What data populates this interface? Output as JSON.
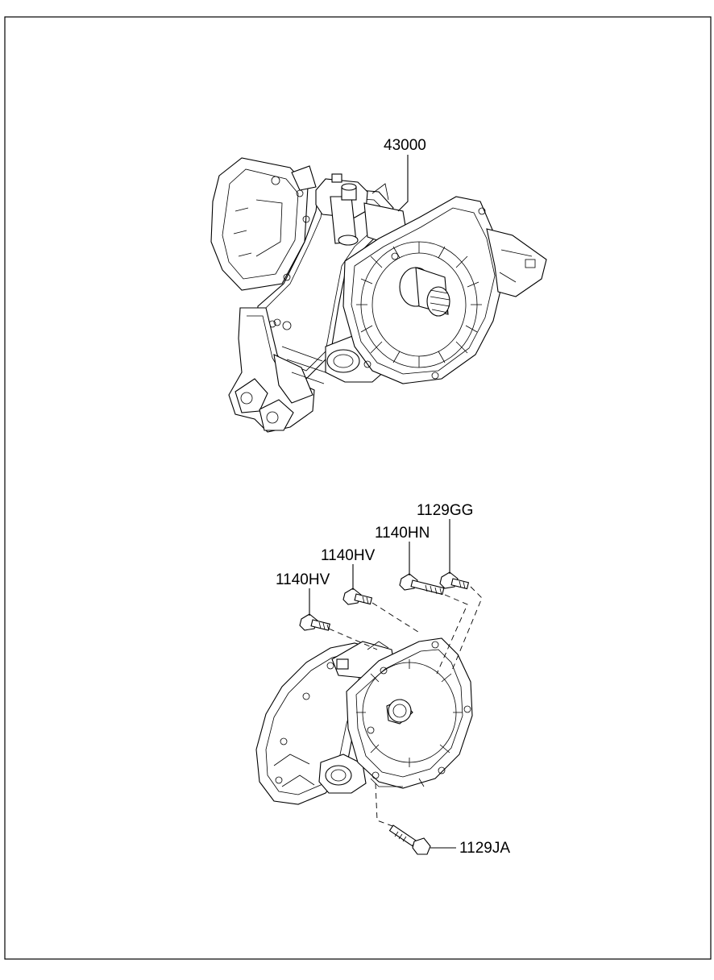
{
  "callouts": {
    "transaxle": "43000",
    "bolt_gg": "1129GG",
    "bolt_hn": "1140HN",
    "bolt_hv_upper": "1140HV",
    "bolt_hv_lower": "1140HV",
    "bolt_ja": "1129JA"
  }
}
